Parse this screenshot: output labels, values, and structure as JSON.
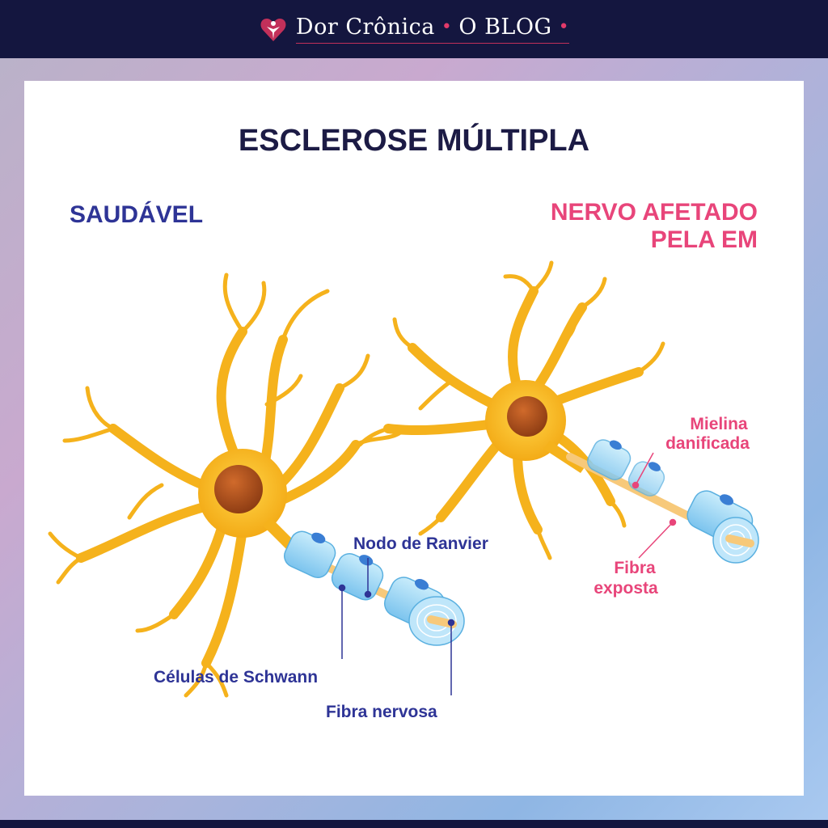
{
  "header": {
    "brand_name": "Dor Crônica",
    "brand_suffix": "O BLOG",
    "logo_icon": "heart-person-icon"
  },
  "colors": {
    "navy": "#14163f",
    "title": "#1c1b45",
    "healthy_blue": "#2e3496",
    "affected_pink": "#e8457a",
    "neuron_yellow": "#f5b21c",
    "nucleus_brown": "#b3541e",
    "myelin_blue": "#8fd0f2",
    "fiber_orange": "#f7c97a"
  },
  "diagram": {
    "title": "ESCLEROSE MÚLTIPLA",
    "healthy": {
      "heading": "SAUDÁVEL",
      "labels": {
        "ranvier": "Nodo de Ranvier",
        "schwann": "Células de Schwann",
        "fiber": "Fibra nervosa"
      }
    },
    "affected": {
      "heading_line1": "NERVO AFETADO",
      "heading_line2": "PELA EM",
      "labels": {
        "myelin_line1": "Mielina",
        "myelin_line2": "danificada",
        "fiber_line1": "Fibra",
        "fiber_line2": "exposta"
      }
    }
  }
}
